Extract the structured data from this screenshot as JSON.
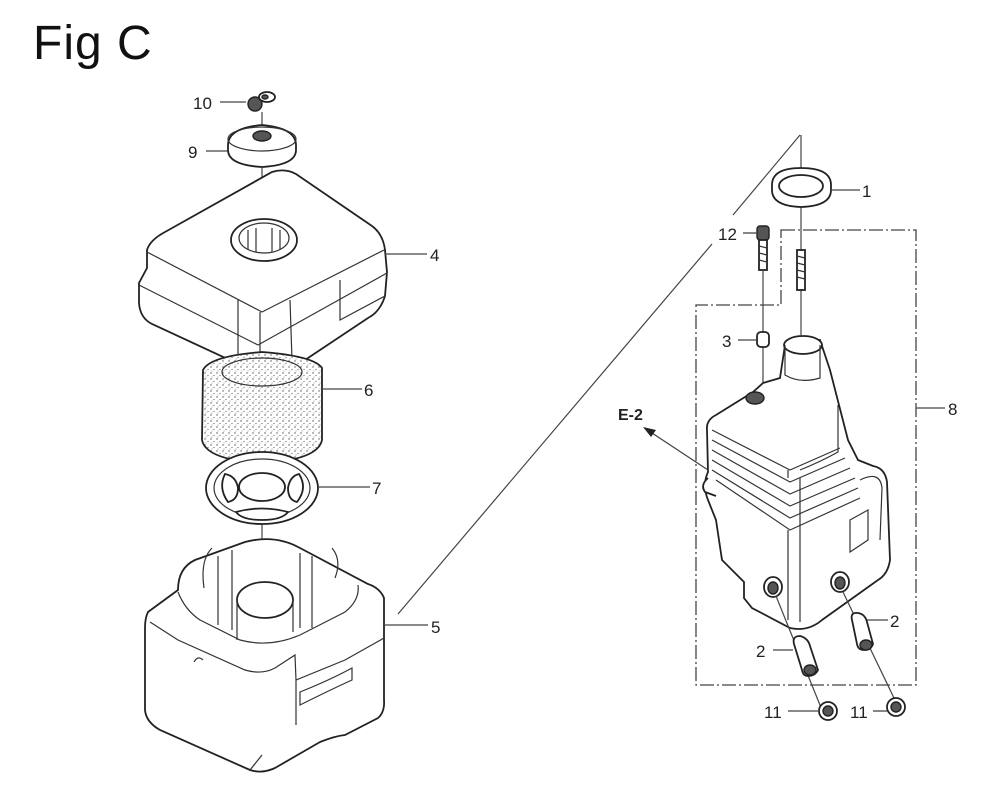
{
  "figure": {
    "title": "Fig C"
  },
  "callouts": [
    {
      "id": "1",
      "label": "1",
      "part": "seal-ring"
    },
    {
      "id": "2a",
      "label": "2",
      "part": "collar-left"
    },
    {
      "id": "2b",
      "label": "2",
      "part": "collar-right"
    },
    {
      "id": "3",
      "label": "3",
      "part": "nut"
    },
    {
      "id": "4",
      "label": "4",
      "part": "air-cleaner-cover"
    },
    {
      "id": "5",
      "label": "5",
      "part": "air-cleaner-case"
    },
    {
      "id": "6",
      "label": "6",
      "part": "foam-element"
    },
    {
      "id": "7",
      "label": "7",
      "part": "element-grid"
    },
    {
      "id": "8",
      "label": "8",
      "part": "elbow-assembly"
    },
    {
      "id": "9",
      "label": "9",
      "part": "cover-washer"
    },
    {
      "id": "10",
      "label": "10",
      "part": "wing-nut"
    },
    {
      "id": "11a",
      "label": "11",
      "part": "flange-nut-left"
    },
    {
      "id": "11b",
      "label": "11",
      "part": "flange-nut-right"
    },
    {
      "id": "12",
      "label": "12",
      "part": "bolt"
    }
  ],
  "reference": {
    "label": "E-2"
  }
}
